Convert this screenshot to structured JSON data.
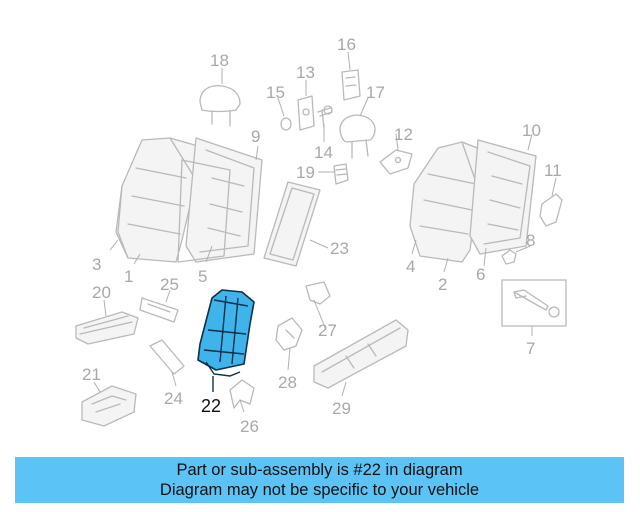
{
  "diagram": {
    "highlighted_part": "22",
    "callouts": [
      "1",
      "2",
      "3",
      "4",
      "5",
      "6",
      "7",
      "8",
      "9",
      "10",
      "11",
      "12",
      "13",
      "14",
      "15",
      "16",
      "17",
      "18",
      "19",
      "20",
      "21",
      "22",
      "23",
      "24",
      "25",
      "26",
      "27",
      "28",
      "29"
    ]
  },
  "banner": {
    "line1": "Part or sub-assembly is #22 in diagram",
    "line2": "Diagram may not be specific to your vehicle"
  },
  "colors": {
    "highlight": "#3fb4ea",
    "banner": "#5bc3f5",
    "linework": "#b9b9b9"
  }
}
